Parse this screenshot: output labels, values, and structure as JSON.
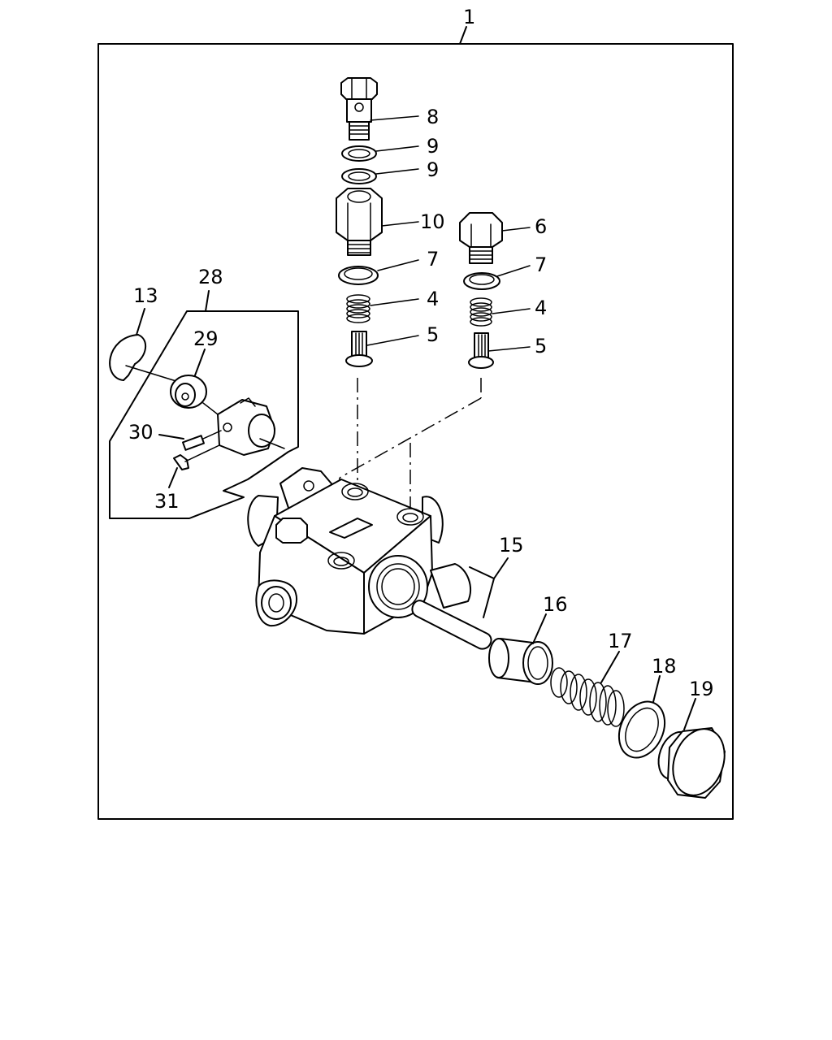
{
  "callouts": {
    "c1": "1",
    "c8": "8",
    "c9a": "9",
    "c9b": "9",
    "c10": "10",
    "c6": "6",
    "c7a": "7",
    "c7b": "7",
    "c4a": "4",
    "c4b": "4",
    "c5a": "5",
    "c5b": "5",
    "c28": "28",
    "c13": "13",
    "c29": "29",
    "c30": "30",
    "c31": "31",
    "c15": "15",
    "c16": "16",
    "c17": "17",
    "c18": "18",
    "c19": "19"
  }
}
